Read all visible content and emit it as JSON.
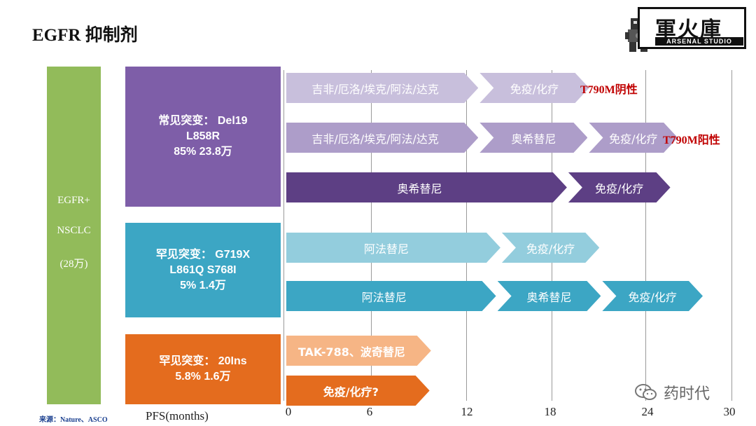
{
  "title": "EGFR 抑制剂",
  "logo": {
    "main": "軍火庫",
    "sub": "ARSENAL STUDIO"
  },
  "left_bar": {
    "lines": [
      "EGFR+",
      "NSCLC",
      "(28万)"
    ]
  },
  "categories": [
    {
      "lines": [
        "常见突变： Del19",
        "L858R",
        "85% 23.8万"
      ],
      "color": "#7e5ea8"
    },
    {
      "lines": [
        "罕见突变： G719X",
        "L861Q S768I",
        "5% 1.4万"
      ],
      "color": "#3ca6c4"
    },
    {
      "lines": [
        "罕见突变： 20Ins",
        "5.8% 1.6万"
      ],
      "color": "#e46c1e"
    }
  ],
  "axis": {
    "ticks": [
      "0",
      "6",
      "12",
      "18",
      "24",
      "30"
    ],
    "label": "PFS(months)"
  },
  "source": "来源：Nature、ASCO",
  "watermark": "药时代",
  "rows": [
    {
      "segments": [
        {
          "label": "吉非/厄洛/埃克/阿法/达克",
          "start": 0,
          "end": 13,
          "color": "#c8bfdc"
        },
        {
          "label": "免疫/化疗",
          "start": 13,
          "end": 20.5,
          "color": "#c8bfdc"
        }
      ],
      "end_label": "T790M阴性"
    },
    {
      "segments": [
        {
          "label": "吉非/厄洛/埃克/阿法/达克",
          "start": 0,
          "end": 13,
          "color": "#ad9dc9"
        },
        {
          "label": "奥希替尼",
          "start": 13,
          "end": 20.4,
          "color": "#ad9dc9"
        },
        {
          "label": "免疫/化疗",
          "start": 20.4,
          "end": 26.5,
          "color": "#ad9dc9"
        }
      ],
      "end_label": "T790M阳性"
    },
    {
      "segments": [
        {
          "label": "奥希替尼",
          "start": 0,
          "end": 19,
          "color": "#5d3f84"
        },
        {
          "label": "免疫/化疗",
          "start": 19,
          "end": 26,
          "color": "#5d3f84"
        }
      ]
    },
    {
      "segments": [
        {
          "label": "阿法替尼",
          "start": 0,
          "end": 14.5,
          "color": "#93cddd"
        },
        {
          "label": "免疫/化疗",
          "start": 14.5,
          "end": 21.2,
          "color": "#93cddd"
        }
      ]
    },
    {
      "segments": [
        {
          "label": "阿法替尼",
          "start": 0,
          "end": 14.2,
          "color": "#3ca6c4"
        },
        {
          "label": "奥希替尼",
          "start": 14.2,
          "end": 21.3,
          "color": "#3ca6c4"
        },
        {
          "label": "免疫/化疗",
          "start": 21.3,
          "end": 28.2,
          "color": "#3ca6c4"
        }
      ]
    },
    {
      "segments": [
        {
          "label": "TAK-788、波奇替尼",
          "start": 0,
          "end": 9.8,
          "color": "#f6b585",
          "bold": true
        }
      ]
    },
    {
      "segments": [
        {
          "label": "免疫/化疗?",
          "start": 0,
          "end": 9.7,
          "color": "#e46c1e",
          "bold": true
        }
      ]
    }
  ]
}
